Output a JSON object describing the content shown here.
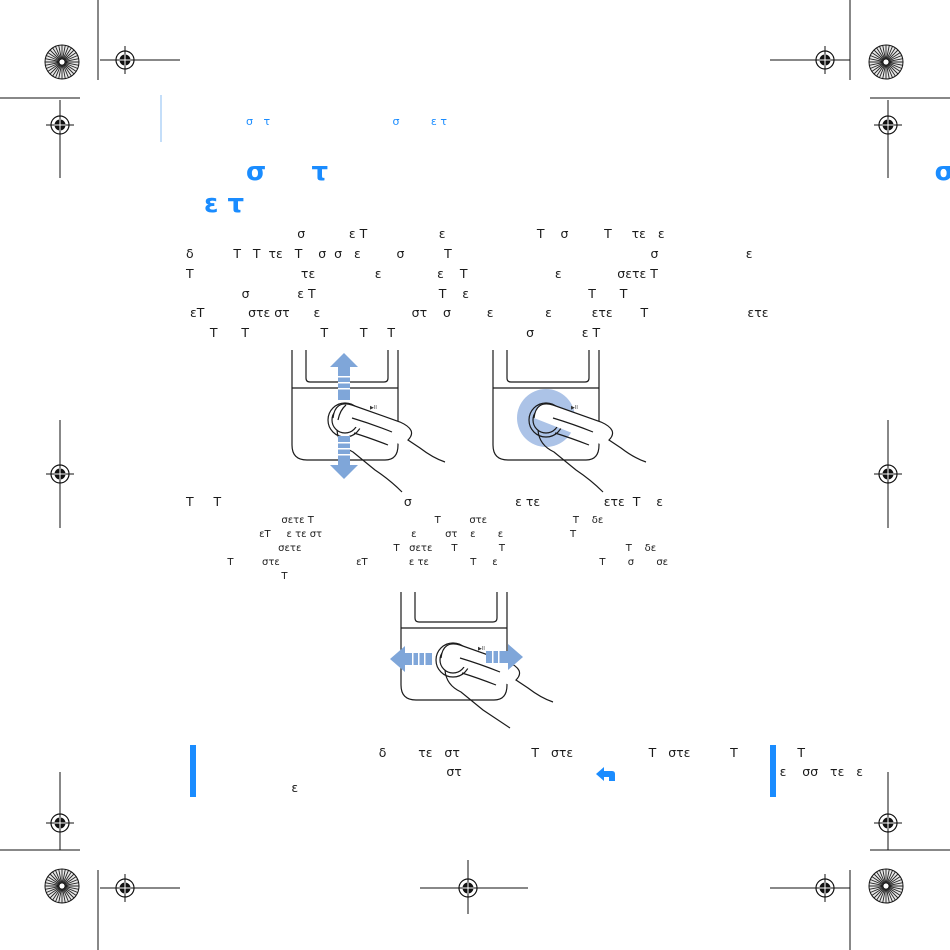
{
  "header": {
    "text": "σ   τ                                   σ         ε τ"
  },
  "title": {
    "line1": "σ     τ                                                                   σ",
    "line2": "ε τ"
  },
  "intro": [
    "                            σ           ε Τ                  ε                       Τ    σ         Τ     τε   ε",
    "δ          Τ   Τ  τε   Τ    σ  σ   ε         σ          Τ                                                  σ                      ε",
    "Τ                           τε               ε              ε    Τ                      ε              σετε Τ",
    "              σ            ε Τ                               Τ    ε                              Τ      Τ",
    " εΤ           στε στ      ε                       στ    σ         ε             ε          ετε       Τ                         ετε",
    "      Τ      Τ                  Τ        Τ     Τ                                 σ            ε Τ"
  ],
  "middle": {
    "lead": "Τ     Τ                                              σ                          ε τε                ετε  Τ    ε",
    "details": [
      "                              σετε Τ                                      Τ         στε                           Τ    δε",
      "                       εΤ     ε τε στ                            ε         στ    ε       ε                     Τ",
      "                             σετε                             Τ   σετε      Τ             Τ                                      Τ    δε",
      "             Τ         στε                        εΤ             ε τε             Τ     ε                                Τ       σ       σε",
      "                              Τ"
    ]
  },
  "note": {
    "line1": "                                              δ        τε   στ                  Τ   στε                   Τ   στε          Τ               Τ",
    "line2": "                                                               στ                                                                                ε    σσ   τε   ε",
    "line3": "                        ε"
  },
  "icons": [
    "registration-mark-icon",
    "color-calibration-wheel-icon",
    "finger-swipe-vertical-icon",
    "finger-press-hold-icon",
    "finger-swipe-horizontal-icon",
    "back-arrow-icon"
  ],
  "colors": {
    "accent": "#1a8cff",
    "arrow": "#7fa6d9",
    "text": "#1a1a1a"
  }
}
